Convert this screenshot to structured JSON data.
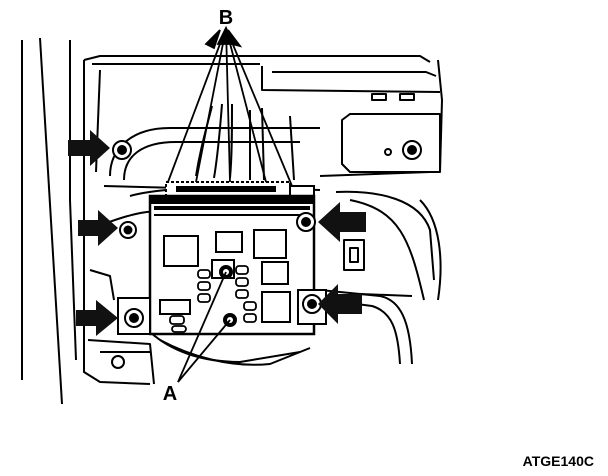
{
  "labels": {
    "callout_b": "B",
    "callout_a": "A",
    "figure_id": "ATGE140C"
  },
  "colors": {
    "ink": "#000000",
    "paper": "#ffffff",
    "arrow_fill": "#111111"
  },
  "icons": {
    "mount_arrow": "arrow-right-icon",
    "mount_arrow_left": "arrow-left-icon",
    "bolt": "bolt-icon"
  }
}
